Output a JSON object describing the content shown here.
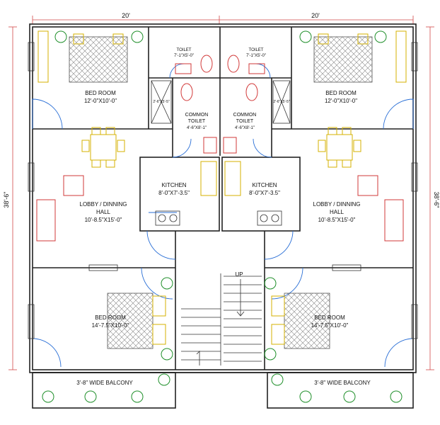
{
  "dimensions": {
    "top_left_width": "20'",
    "top_right_width": "20'",
    "left_height": "38'-6\"",
    "right_height": "38'-6\""
  },
  "rooms": {
    "bedroom_top_left": {
      "name": "BED ROOM",
      "size": "12'-0\"X10'-0\""
    },
    "bedroom_top_right": {
      "name": "BED ROOM",
      "size": "12'-0\"X10'-0\""
    },
    "toilet_left": {
      "name": "TOILET",
      "size": "7'-1\"X5'-0\""
    },
    "toilet_right": {
      "name": "TOILET",
      "size": "7'-1\"X5'-0\""
    },
    "common_toilet_left": {
      "line1": "COMMON",
      "line2": "TOILET",
      "size": "4'-6\"X8'-1\""
    },
    "common_toilet_right": {
      "line1": "COMMON",
      "line2": "TOILET",
      "size": "4'-6\"X8'-1\""
    },
    "kitchen_left": {
      "name": "KITCHEN",
      "size": "8'-0\"X7'-3.5\""
    },
    "kitchen_right": {
      "name": "KITCHEN",
      "size": "8'-0\"X7'-3.5\""
    },
    "lobby_left": {
      "line1": "LOBBY / DINNING",
      "line2": "HALL",
      "size": "10'-8.5\"X15'-0\""
    },
    "lobby_right": {
      "line1": "LOBBY / DINNING",
      "line2": "HALL",
      "size": "10'-8.5\"X15'-0\""
    },
    "bedroom_bottom_left": {
      "name": "BED ROOM",
      "size": "14'-7.5\"X10'-0\""
    },
    "bedroom_bottom_right": {
      "name": "BED ROOM",
      "size": "14'-7.5\"X10'-0\""
    },
    "balcony_left": {
      "name": "3'-8\" WIDE BALCONY"
    },
    "balcony_right": {
      "name": "3'-8\" WIDE BALCONY"
    }
  },
  "stair": {
    "label": "UP"
  },
  "shaft_labels": {
    "left": "2'-6\"X5'-5\"",
    "right": "2'-6\"X5'-5\""
  },
  "colors": {
    "wall": "#222222",
    "door": "#2a6fd6",
    "dimension": "#d24a4a",
    "furniture": "#d4b200",
    "sanitary": "#d23a3a",
    "plant": "#1f8f2a"
  }
}
